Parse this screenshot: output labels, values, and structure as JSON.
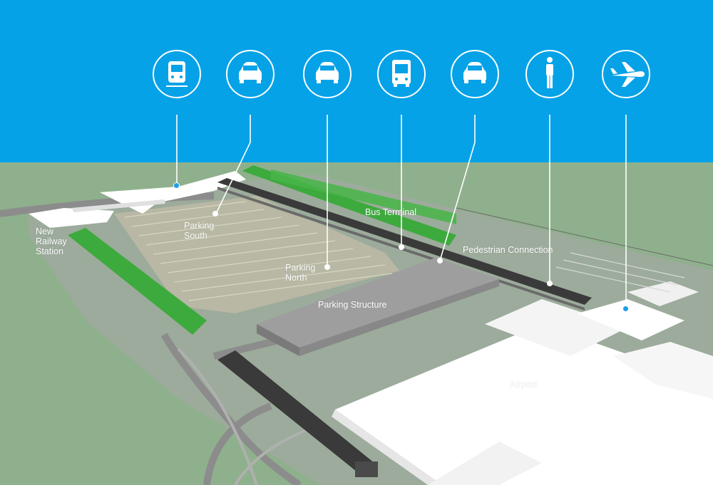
{
  "colors": {
    "sky": "#05a2e8",
    "ground": "#8fb08c",
    "line": "#ffffff",
    "trees": "#3daa3d",
    "buildings": "#ffffff",
    "roads": "#9a9a9a",
    "marker_blue": "#1b9ee6"
  },
  "icons": [
    {
      "name": "train-icon",
      "mode": "train"
    },
    {
      "name": "car-icon",
      "mode": "car"
    },
    {
      "name": "car-icon",
      "mode": "car"
    },
    {
      "name": "bus-icon",
      "mode": "bus"
    },
    {
      "name": "car-icon",
      "mode": "car"
    },
    {
      "name": "pedestrian-icon",
      "mode": "walk"
    },
    {
      "name": "airplane-icon",
      "mode": "plane"
    }
  ],
  "labels": {
    "new_railway_station": "New\nRailway\nStation",
    "parking_south": "Parking\nSouth",
    "parking_north": "Parking\nNorth",
    "bus_terminal": "Bus Terminal",
    "pedestrian_connection": "Pedestrian Connection",
    "parking_structure": "Parking Structure",
    "airport": "Airport"
  }
}
